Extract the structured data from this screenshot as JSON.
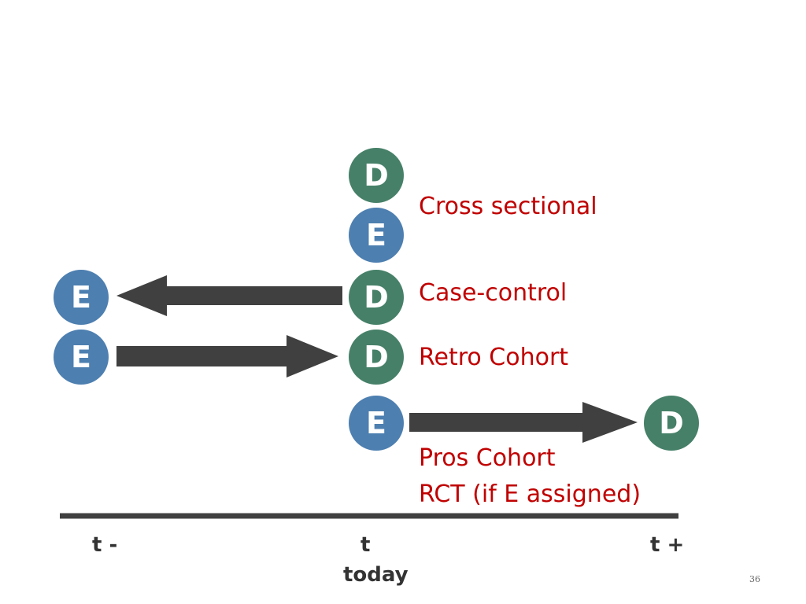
{
  "nodes": {
    "cross_d": "D",
    "cross_e": "E",
    "case_e": "E",
    "case_d": "D",
    "retro_e": "E",
    "retro_d": "D",
    "pros_e": "E",
    "pros_d": "D"
  },
  "labels": {
    "cross_sectional": "Cross sectional",
    "case_control": "Case-control",
    "retro_cohort": "Retro Cohort",
    "pros_cohort": "Pros Cohort",
    "rct": "RCT (if E assigned)"
  },
  "timeline": {
    "past": "t -",
    "now": "t",
    "future": "t +",
    "now_caption": "today"
  },
  "page_number": "36",
  "colors": {
    "exposure": "#4d7fb0",
    "disease": "#468068",
    "label_text": "#c00000",
    "arrow": "#404040"
  }
}
